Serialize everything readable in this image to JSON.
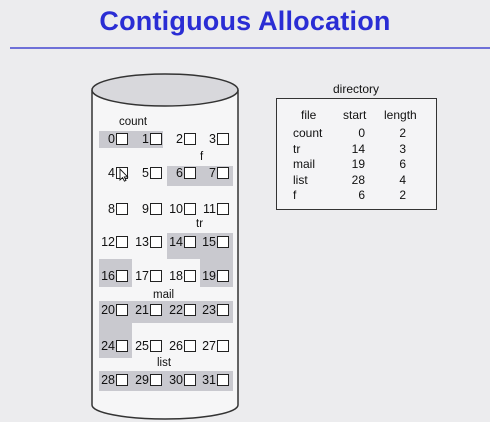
{
  "title": "Contiguous Allocation",
  "disk": {
    "blocks": [
      "0",
      "1",
      "2",
      "3",
      "4",
      "5",
      "6",
      "7",
      "8",
      "9",
      "10",
      "11",
      "12",
      "13",
      "14",
      "15",
      "16",
      "17",
      "18",
      "19",
      "20",
      "21",
      "22",
      "23",
      "24",
      "25",
      "26",
      "27",
      "28",
      "29",
      "30",
      "31"
    ],
    "file_tags": {
      "count": "count",
      "f": "f",
      "tr": "tr",
      "mail": "mail",
      "list": "list"
    }
  },
  "directory": {
    "caption": "directory",
    "headers": {
      "file": "file",
      "start": "start",
      "length": "length"
    },
    "rows": [
      {
        "file": "count",
        "start": "0",
        "length": "2"
      },
      {
        "file": "tr",
        "start": "14",
        "length": "3"
      },
      {
        "file": "mail",
        "start": "19",
        "length": "6"
      },
      {
        "file": "list",
        "start": "28",
        "length": "4"
      },
      {
        "file": "f",
        "start": "6",
        "length": "2"
      }
    ]
  },
  "colors": {
    "title": "#2a2dd4",
    "shade": "#c9c9cf",
    "disk_body": "#f6f6f7"
  }
}
